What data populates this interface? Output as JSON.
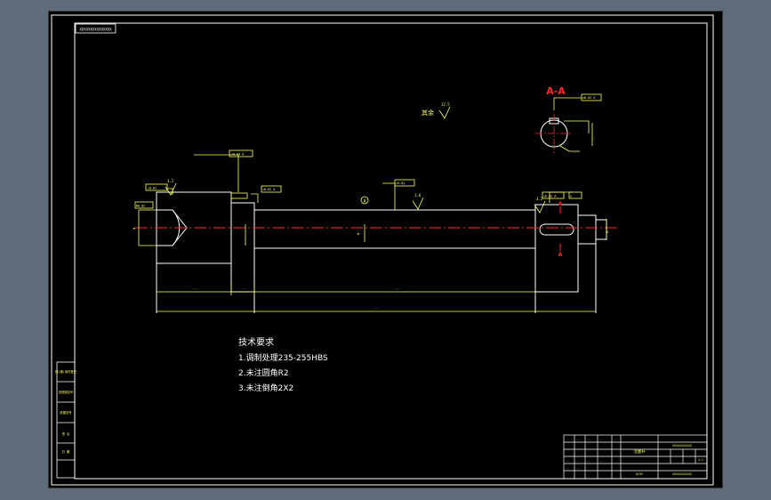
{
  "drawing": {
    "title_stamp": "XXXXXXXXXXXXXXX",
    "section_label": "A-A",
    "section_marker": "A",
    "remaining_roughness_label": "其余",
    "roughness_main": "12.5",
    "roughness_mid": "1.6",
    "roughness_left": "3.2",
    "roughness_right": "3.2",
    "center_mark": "A",
    "tech_requirements": {
      "heading": "技术要求",
      "items": [
        "1.调制处理235-255HBS",
        "2.未注圆角R2",
        "3.未注倒角2X2"
      ]
    },
    "side_labels": [
      "借(通)用件登记",
      "旧底图总号",
      "底图总号",
      "签 名",
      "日 期"
    ],
    "title_block": {
      "part_name": "活塞杆",
      "drawing_no": "XXXXXXXXXXX",
      "scale": "1:1",
      "code": "Q235"
    }
  },
  "colors": {
    "paper": "#000000",
    "outline": "#ffffff",
    "dimension": "#ffff66",
    "centerline": "#ff2a2a",
    "section": "#ff2a2a"
  }
}
